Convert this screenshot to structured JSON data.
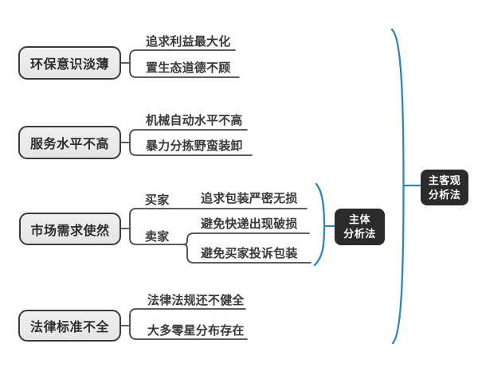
{
  "diagram": {
    "type": "mindmap-logic-chart",
    "colors": {
      "background": "#ffffff",
      "connector_line": "#474747",
      "summary_brace": "#2e86c1",
      "topic_fill": "#e9e9e9",
      "topic_border": "#3a3a3a",
      "summary_box_fill": "#2b2b2b",
      "summary_box_text": "#ffffff",
      "leaf_text": "#3a3a3a"
    },
    "branches": [
      {
        "label": "环保意识淡薄",
        "children": [
          {
            "label": "追求利益最大化"
          },
          {
            "label": "置生态道德不顾"
          }
        ]
      },
      {
        "label": "服务水平不高",
        "children": [
          {
            "label": "机械自动水平不高"
          },
          {
            "label": "暴力分拣野蛮装卸"
          }
        ]
      },
      {
        "label": "市场需求使然",
        "children": [
          {
            "label": "买家",
            "children": [
              {
                "label": "追求包装严密无损"
              }
            ]
          },
          {
            "label": "卖家",
            "children": [
              {
                "label": "避免快递出现破损"
              },
              {
                "label": "避免买家投诉包装"
              }
            ]
          }
        ]
      },
      {
        "label": "法律标准不全",
        "children": [
          {
            "label": "法律法规还不健全"
          },
          {
            "label": "大多零星分布存在"
          }
        ]
      }
    ],
    "summaries": [
      {
        "lines": [
          "主体",
          "分析法"
        ]
      },
      {
        "lines": [
          "主客观",
          "分析法"
        ]
      }
    ]
  }
}
